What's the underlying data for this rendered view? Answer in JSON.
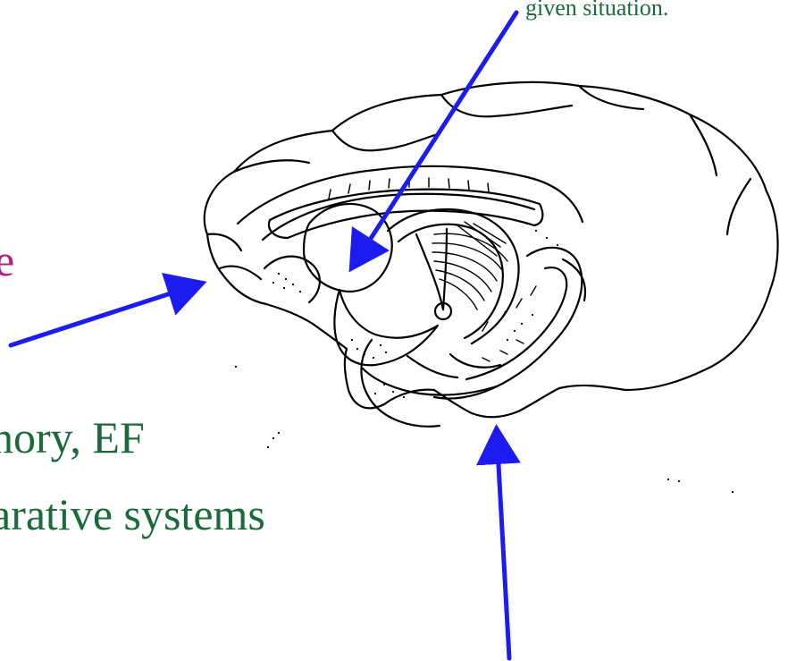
{
  "colors": {
    "green_text": "#1a6b3a",
    "magenta_text": "#b0207a",
    "arrow_blue": "#1c1cf0",
    "line_art": "#000000",
    "background": "#ffffff"
  },
  "captions": {
    "top_right": "given situation.",
    "left_partial": "e",
    "body_line_1": "nory, EF",
    "body_line_2": "arative systems"
  }
}
